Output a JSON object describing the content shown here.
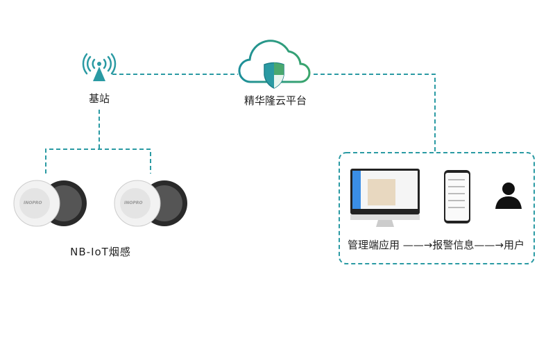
{
  "nodes": {
    "base_station": {
      "label": "基站",
      "icon": "antenna-icon"
    },
    "cloud_platform": {
      "label": "精华隆云平台",
      "icon": "cloud-shield-icon"
    },
    "smoke_detectors": {
      "label": "NB-IoT烟感",
      "brand_logo": "INOPRO",
      "count": 2
    }
  },
  "flow": {
    "steps": [
      "管理端应用",
      "报警信息",
      "用户"
    ],
    "arrow": "——→"
  },
  "colors": {
    "connector": "#2a9aa3",
    "accent_teal": "#1e8f9a",
    "accent_green": "#3aa56b"
  }
}
